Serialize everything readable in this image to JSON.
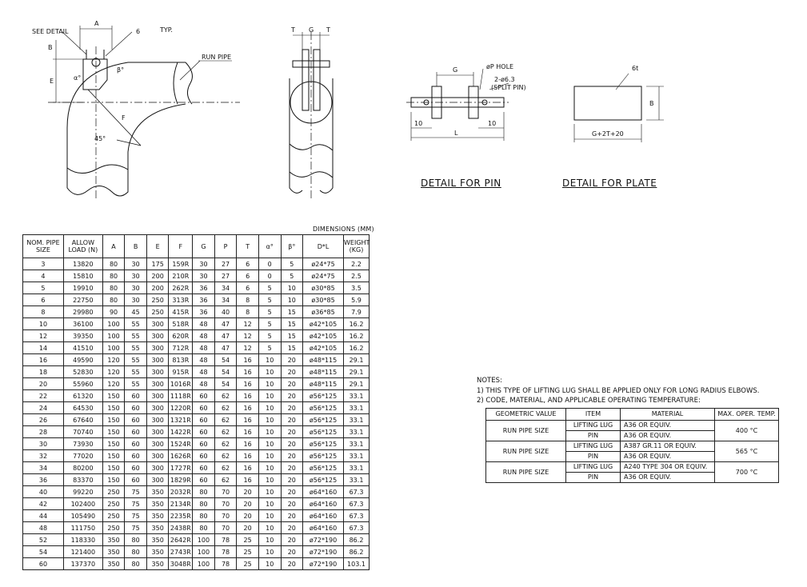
{
  "drawing": {
    "elbow_labels": {
      "see_detail": "SEE DETAIL",
      "a": "A",
      "b": "B",
      "e": "E",
      "f": "F",
      "six_typ": "6",
      "typ": "TYP.",
      "run_pipe": "RUN PIPE",
      "alpha": "α°",
      "beta": "β°",
      "angle45": "45°"
    },
    "side_labels": {
      "t1": "T",
      "g": "G",
      "t2": "T"
    },
    "pin_labels": {
      "g": "G",
      "p_hole": "øP HOLE",
      "split_pin_1": "2-ø6.3",
      "split_pin_2": "(SPLIT PIN)",
      "ten_left": "10",
      "l": "L",
      "ten_right": "10"
    },
    "plate_labels": {
      "thk": "6t",
      "b": "B",
      "width": "G+2T+20"
    },
    "detail_pin_title": "DETAIL FOR PIN",
    "detail_plate_title": "DETAIL FOR PLATE"
  },
  "dimensions_caption": "DIMENSIONS (MM)",
  "dim_table": {
    "headers": [
      [
        "NOM. PIPE",
        "SIZE"
      ],
      [
        "ALLOW",
        "LOAD (N)"
      ],
      [
        "A"
      ],
      [
        "B"
      ],
      [
        "E"
      ],
      [
        "F"
      ],
      [
        "G"
      ],
      [
        "P"
      ],
      [
        "T"
      ],
      [
        "α°"
      ],
      [
        "β°"
      ],
      [
        "D*L"
      ],
      [
        "WEIGHT",
        "(KG)"
      ]
    ],
    "rows": [
      [
        "3",
        "13820",
        "80",
        "30",
        "175",
        "159R",
        "30",
        "27",
        "6",
        "0",
        "5",
        "ø24*75",
        "2.2"
      ],
      [
        "4",
        "15810",
        "80",
        "30",
        "200",
        "210R",
        "30",
        "27",
        "6",
        "0",
        "5",
        "ø24*75",
        "2.5"
      ],
      [
        "5",
        "19910",
        "80",
        "30",
        "200",
        "262R",
        "36",
        "34",
        "6",
        "5",
        "10",
        "ø30*85",
        "3.5"
      ],
      [
        "6",
        "22750",
        "80",
        "30",
        "250",
        "313R",
        "36",
        "34",
        "8",
        "5",
        "10",
        "ø30*85",
        "5.9"
      ],
      [
        "8",
        "29980",
        "90",
        "45",
        "250",
        "415R",
        "36",
        "40",
        "8",
        "5",
        "15",
        "ø36*85",
        "7.9"
      ],
      [
        "10",
        "36100",
        "100",
        "55",
        "300",
        "518R",
        "48",
        "47",
        "12",
        "5",
        "15",
        "ø42*105",
        "16.2"
      ],
      [
        "12",
        "39350",
        "100",
        "55",
        "300",
        "620R",
        "48",
        "47",
        "12",
        "5",
        "15",
        "ø42*105",
        "16.2"
      ],
      [
        "14",
        "41510",
        "100",
        "55",
        "300",
        "712R",
        "48",
        "47",
        "12",
        "5",
        "15",
        "ø42*105",
        "16.2"
      ],
      [
        "16",
        "49590",
        "120",
        "55",
        "300",
        "813R",
        "48",
        "54",
        "16",
        "10",
        "20",
        "ø48*115",
        "29.1"
      ],
      [
        "18",
        "52830",
        "120",
        "55",
        "300",
        "915R",
        "48",
        "54",
        "16",
        "10",
        "20",
        "ø48*115",
        "29.1"
      ],
      [
        "20",
        "55960",
        "120",
        "55",
        "300",
        "1016R",
        "48",
        "54",
        "16",
        "10",
        "20",
        "ø48*115",
        "29.1"
      ],
      [
        "22",
        "61320",
        "150",
        "60",
        "300",
        "1118R",
        "60",
        "62",
        "16",
        "10",
        "20",
        "ø56*125",
        "33.1"
      ],
      [
        "24",
        "64530",
        "150",
        "60",
        "300",
        "1220R",
        "60",
        "62",
        "16",
        "10",
        "20",
        "ø56*125",
        "33.1"
      ],
      [
        "26",
        "67640",
        "150",
        "60",
        "300",
        "1321R",
        "60",
        "62",
        "16",
        "10",
        "20",
        "ø56*125",
        "33.1"
      ],
      [
        "28",
        "70740",
        "150",
        "60",
        "300",
        "1422R",
        "60",
        "62",
        "16",
        "10",
        "20",
        "ø56*125",
        "33.1"
      ],
      [
        "30",
        "73930",
        "150",
        "60",
        "300",
        "1524R",
        "60",
        "62",
        "16",
        "10",
        "20",
        "ø56*125",
        "33.1"
      ],
      [
        "32",
        "77020",
        "150",
        "60",
        "300",
        "1626R",
        "60",
        "62",
        "16",
        "10",
        "20",
        "ø56*125",
        "33.1"
      ],
      [
        "34",
        "80200",
        "150",
        "60",
        "300",
        "1727R",
        "60",
        "62",
        "16",
        "10",
        "20",
        "ø56*125",
        "33.1"
      ],
      [
        "36",
        "83370",
        "150",
        "60",
        "300",
        "1829R",
        "60",
        "62",
        "16",
        "10",
        "20",
        "ø56*125",
        "33.1"
      ],
      [
        "40",
        "99220",
        "250",
        "75",
        "350",
        "2032R",
        "80",
        "70",
        "20",
        "10",
        "20",
        "ø64*160",
        "67.3"
      ],
      [
        "42",
        "102400",
        "250",
        "75",
        "350",
        "2134R",
        "80",
        "70",
        "20",
        "10",
        "20",
        "ø64*160",
        "67.3"
      ],
      [
        "44",
        "105490",
        "250",
        "75",
        "350",
        "2235R",
        "80",
        "70",
        "20",
        "10",
        "20",
        "ø64*160",
        "67.3"
      ],
      [
        "48",
        "111750",
        "250",
        "75",
        "350",
        "2438R",
        "80",
        "70",
        "20",
        "10",
        "20",
        "ø64*160",
        "67.3"
      ],
      [
        "52",
        "118330",
        "350",
        "80",
        "350",
        "2642R",
        "100",
        "78",
        "25",
        "10",
        "20",
        "ø72*190",
        "86.2"
      ],
      [
        "54",
        "121400",
        "350",
        "80",
        "350",
        "2743R",
        "100",
        "78",
        "25",
        "10",
        "20",
        "ø72*190",
        "86.2"
      ],
      [
        "60",
        "137370",
        "350",
        "80",
        "350",
        "3048R",
        "100",
        "78",
        "25",
        "10",
        "20",
        "ø72*190",
        "103.1"
      ]
    ]
  },
  "notes": {
    "title": "NOTES:",
    "note1": "1) THIS TYPE OF LIFTING LUG SHALL BE APPLIED ONLY FOR LONG RADIUS ELBOWS.",
    "note2": "2) CODE, MATERIAL, AND APPLICABLE OPERATING TEMPERATURE:"
  },
  "temp_table": {
    "headers": [
      "GEOMETRIC VALUE",
      "ITEM",
      "MATERIAL",
      "MAX. OPER. TEMP."
    ],
    "groups": [
      {
        "geometric": "RUN PIPE SIZE",
        "temp": "400 °C",
        "items": [
          {
            "item": "LIFTING LUG",
            "material": "A36 OR EQUIV."
          },
          {
            "item": "PIN",
            "material": "A36 OR EQUIV."
          }
        ]
      },
      {
        "geometric": "RUN PIPE SIZE",
        "temp": "565 °C",
        "items": [
          {
            "item": "LIFTING LUG",
            "material": "A387 GR.11 OR EQUIV."
          },
          {
            "item": "PIN",
            "material": "A36 OR EQUIV."
          }
        ]
      },
      {
        "geometric": "RUN PIPE SIZE",
        "temp": "700 °C",
        "items": [
          {
            "item": "LIFTING LUG",
            "material": "A240 TYPE 304 OR EQUIV."
          },
          {
            "item": "PIN",
            "material": "A36 OR EQUIV."
          }
        ]
      }
    ]
  }
}
